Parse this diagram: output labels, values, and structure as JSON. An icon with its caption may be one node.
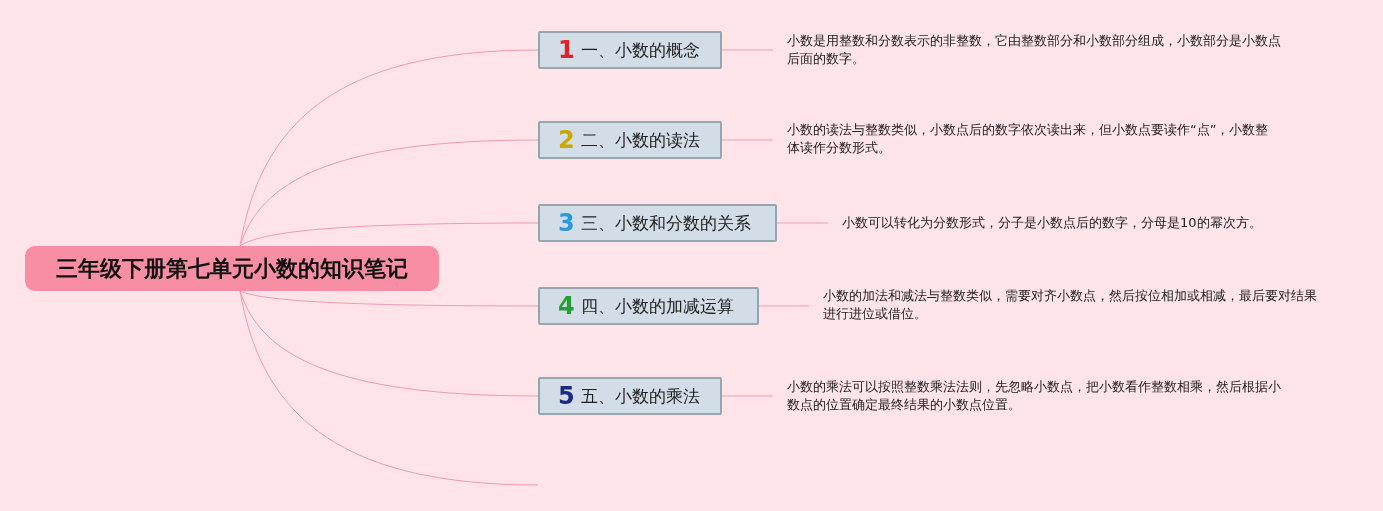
{
  "diagram": {
    "nodes": [
      {
        "text": [
          "三年级下册第七单元小数的知识笔记"
        ]
      },
      {
        "text": [
          "1",
          "一、小数的概念"
        ]
      },
      {
        "text": [
          "2",
          "二、小数的读法"
        ]
      },
      {
        "text": [
          "3",
          "三、小数和分数的关系"
        ]
      },
      {
        "text": [
          "4",
          "四、小数的加减运算"
        ]
      },
      {
        "text": [
          "5",
          "五、小数的乘法"
        ]
      },
      {
        "text": [
          "小数是用整数和分数表示的非整数，它由整数部分和小数部分组成，小数部分是小数点后面的数字。"
        ]
      },
      {
        "text": [
          "小数的读法与整数类似，小数点后的数字依次读出来，但小数点要读作“点”，小数整体读作分数形式。"
        ]
      },
      {
        "text": [
          "小数可以转化为分数形式，分子是小数点后的数字，分母是10的幂次方。"
        ]
      },
      {
        "text": [
          "小数的加法和减法与整数类似，需要对齐小数点，然后按位相加或相减，最后要对结果进行进位或借位。"
        ]
      },
      {
        "text": [
          "小数的乘法可以按照整数乘法法则，先忽略小数点，把小数看作整数相乘，然后根据小数点的位置确定最终结果的小数点位置。"
        ]
      }
    ],
    "edges": [
      {
        "from": 0,
        "to": 1,
        "arrow": "none"
      },
      {
        "from": 0,
        "to": 2,
        "arrow": "none"
      },
      {
        "from": 0,
        "to": 3,
        "arrow": "none"
      },
      {
        "from": 0,
        "to": 4,
        "arrow": "none"
      },
      {
        "from": 0,
        "to": 5,
        "arrow": "none"
      },
      {
        "from": 0,
        "to": null,
        "arrow": "none"
      },
      {
        "from": 1,
        "to": 6,
        "arrow": "none"
      },
      {
        "from": 2,
        "to": 7,
        "arrow": "none"
      },
      {
        "from": 3,
        "to": 8,
        "arrow": "none"
      },
      {
        "from": 4,
        "to": 9,
        "arrow": "none"
      },
      {
        "from": 5,
        "to": 10,
        "arrow": "none"
      }
    ]
  }
}
